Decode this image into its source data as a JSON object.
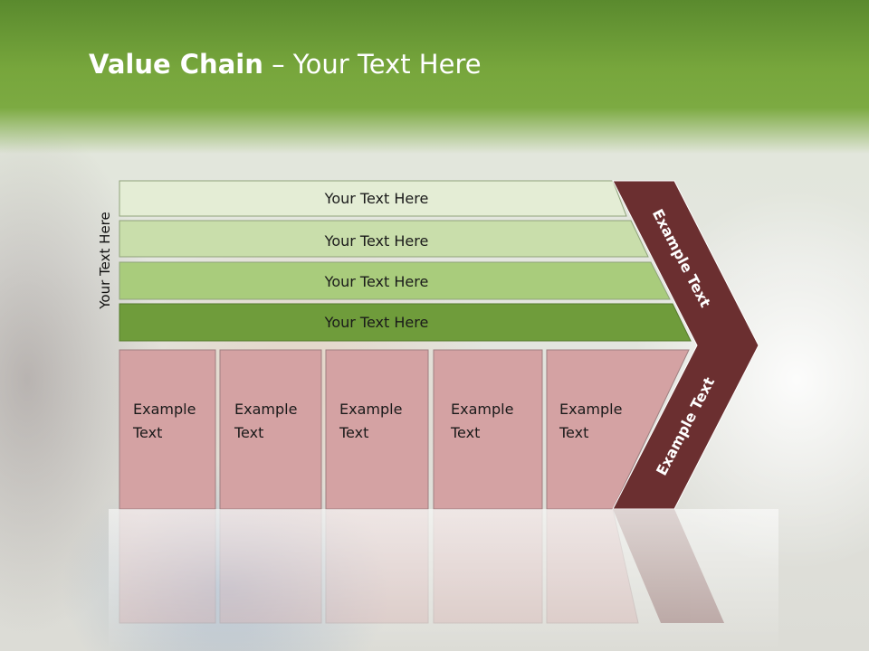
{
  "title": {
    "bold": "Value Chain",
    "rest": " – Your Text Here"
  },
  "side_label": "Your Text Here",
  "rows": [
    {
      "label": "Your Text Here",
      "color": "#e4edd5"
    },
    {
      "label": "Your Text Here",
      "color": "#c9deab"
    },
    {
      "label": "Your Text Here",
      "color": "#a9cc7c"
    },
    {
      "label": "Your Text Here",
      "color": "#6f9c3b"
    }
  ],
  "boxes": [
    {
      "line1": "Example",
      "line2": "Text"
    },
    {
      "line1": "Example",
      "line2": "Text"
    },
    {
      "line1": "Example",
      "line2": "Text"
    },
    {
      "line1": "Example",
      "line2": "Text"
    },
    {
      "line1": "Example",
      "line2": "Text"
    }
  ],
  "chevron": {
    "upper": "Example Text",
    "lower": "Example Text",
    "color": "#6b2f30"
  },
  "colors": {
    "box_fill": "#d4a2a3",
    "box_stroke": "#9f7f80"
  }
}
